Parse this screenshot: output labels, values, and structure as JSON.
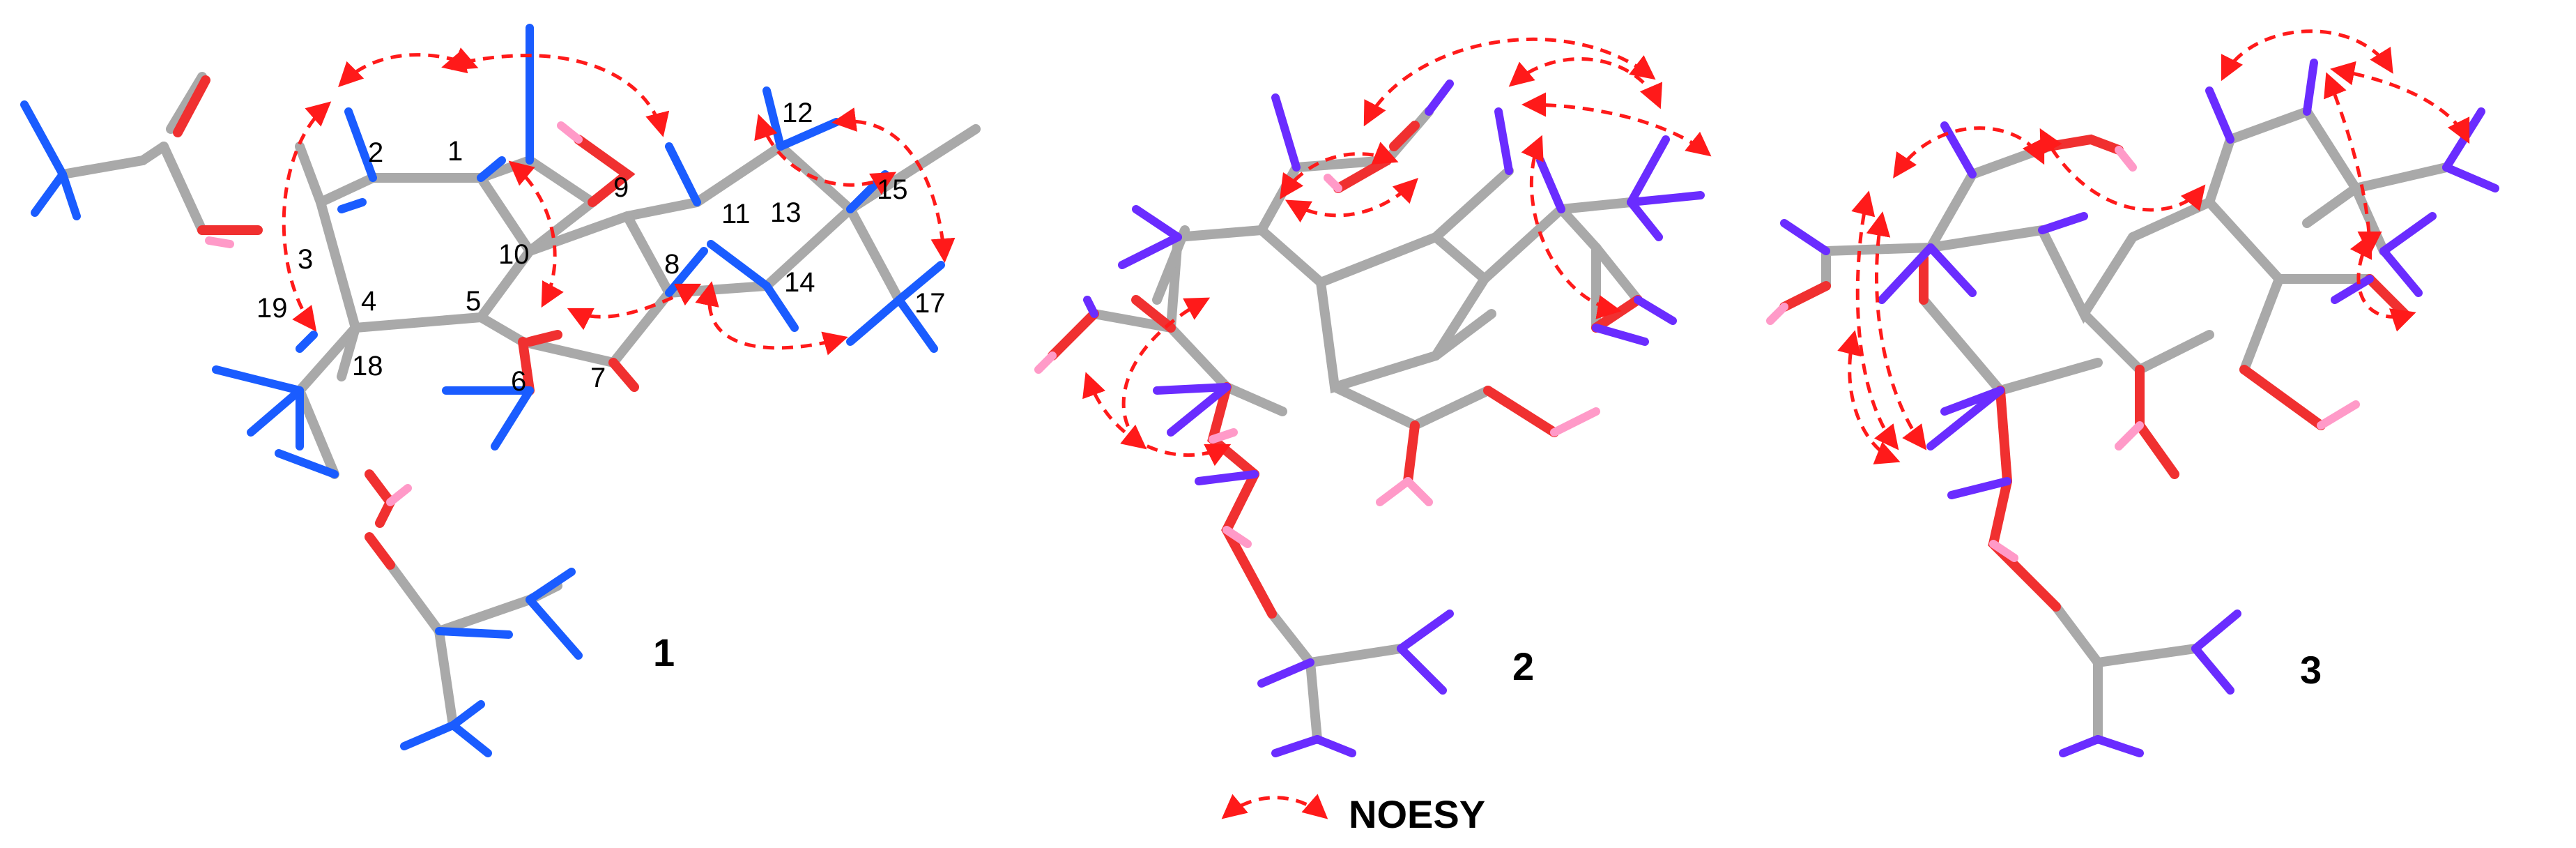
{
  "colors": {
    "carbon": "#a9a9a9",
    "oxygen": "#f03030",
    "hydrogen_compound1": "#1a5cff",
    "hydrogen_compounds23": "#6a2cff",
    "hydroxyl_hydrogen": "#ff9ac8",
    "noesy_arrow": "#ff1a1a",
    "text": "#000000"
  },
  "compounds": [
    {
      "label": "1",
      "atom_labels": [
        "1",
        "2",
        "3",
        "4",
        "5",
        "6",
        "7",
        "8",
        "9",
        "10",
        "11",
        "12",
        "13",
        "14",
        "15",
        "17",
        "18",
        "19"
      ]
    },
    {
      "label": "2"
    },
    {
      "label": "3"
    }
  ],
  "legend": {
    "label": "NOESY"
  }
}
